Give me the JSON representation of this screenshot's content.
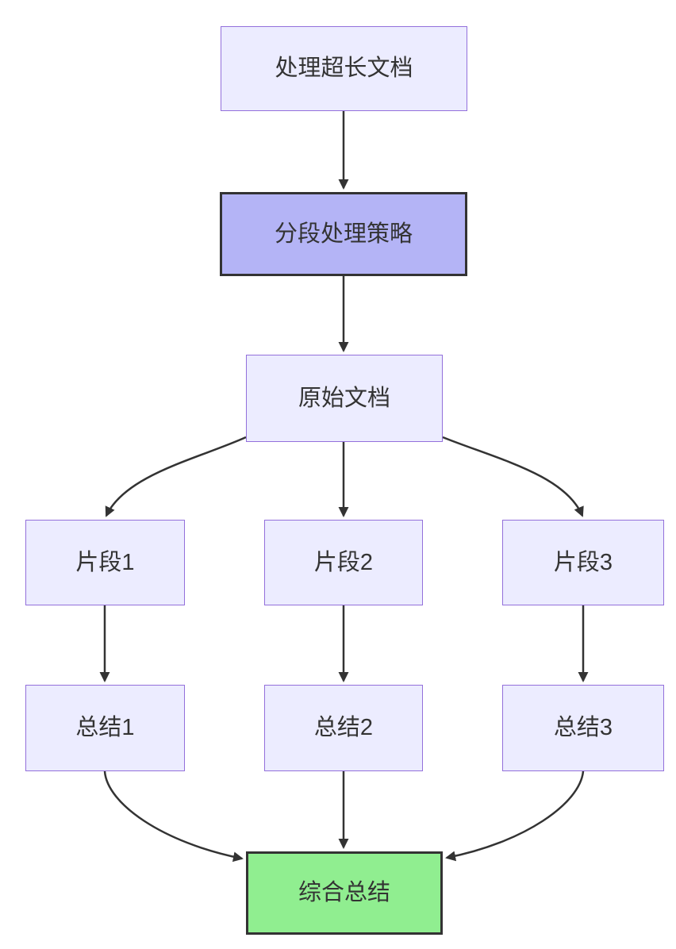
{
  "diagram": {
    "type": "flowchart",
    "direction": "top-down",
    "nodes": [
      {
        "id": "A",
        "label": "处理超长文档",
        "style": "default"
      },
      {
        "id": "B",
        "label": "分段处理策略",
        "style": "highlight"
      },
      {
        "id": "C",
        "label": "原始文档",
        "style": "default"
      },
      {
        "id": "D1",
        "label": "片段1",
        "style": "default"
      },
      {
        "id": "D2",
        "label": "片段2",
        "style": "default"
      },
      {
        "id": "D3",
        "label": "片段3",
        "style": "default"
      },
      {
        "id": "E1",
        "label": "总结1",
        "style": "default"
      },
      {
        "id": "E2",
        "label": "总结2",
        "style": "default"
      },
      {
        "id": "E3",
        "label": "总结3",
        "style": "default"
      },
      {
        "id": "F",
        "label": "综合总结",
        "style": "success"
      }
    ],
    "edges": [
      {
        "from": "A",
        "to": "B"
      },
      {
        "from": "B",
        "to": "C"
      },
      {
        "from": "C",
        "to": "D1"
      },
      {
        "from": "C",
        "to": "D2"
      },
      {
        "from": "C",
        "to": "D3"
      },
      {
        "from": "D1",
        "to": "E1"
      },
      {
        "from": "D2",
        "to": "E2"
      },
      {
        "from": "D3",
        "to": "E3"
      },
      {
        "from": "E1",
        "to": "F"
      },
      {
        "from": "E2",
        "to": "F"
      },
      {
        "from": "E3",
        "to": "F"
      }
    ],
    "colors": {
      "background": "#FFFFFF",
      "node_fill": "#ECECFF",
      "node_border": "#9370DB",
      "highlight_fill": "#B4B4F6",
      "highlight_border": "#333333",
      "success_fill": "#90EE90",
      "success_border": "#333333",
      "edge": "#333333",
      "text": "#333333"
    }
  }
}
